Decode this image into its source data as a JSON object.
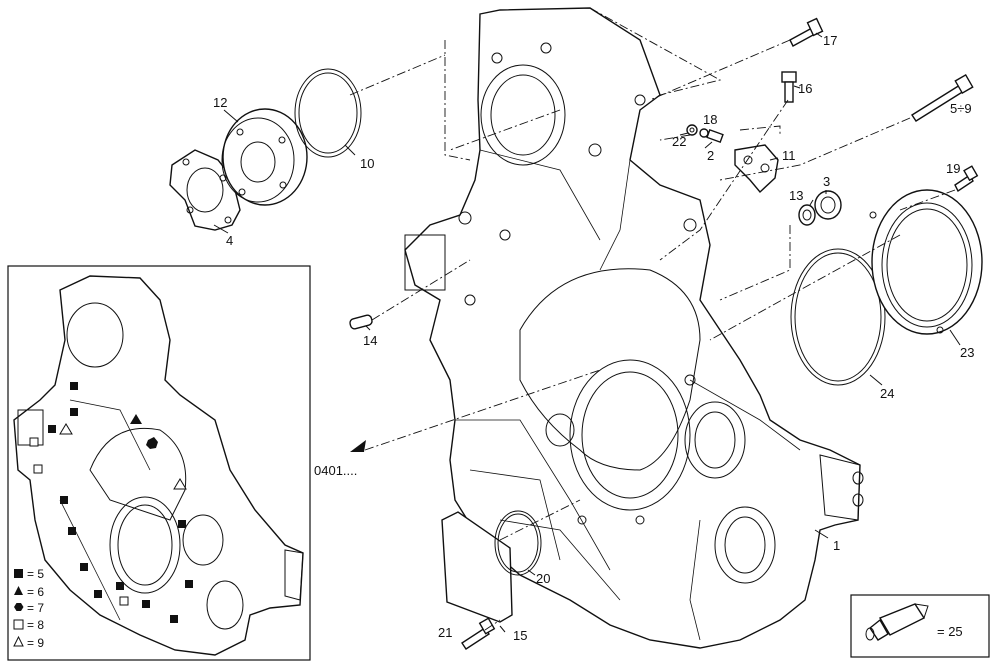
{
  "callouts": {
    "c1": "1",
    "c2": "2",
    "c3": "3",
    "c4": "4",
    "c5_9": "5÷9",
    "c10": "10",
    "c11": "11",
    "c12": "12",
    "c13": "13",
    "c14": "14",
    "c15": "15",
    "c16": "16",
    "c17": "17",
    "c18": "18",
    "c19": "19",
    "c20": "20",
    "c21": "21",
    "c22": "22",
    "c23": "23",
    "c24": "24",
    "ref": "0401...."
  },
  "legend": {
    "filled_square": "= 5",
    "filled_triangle": "= 6",
    "filled_hexagon": "= 7",
    "open_square": "= 8",
    "open_triangle": "= 9"
  },
  "tube_label": "= 25"
}
